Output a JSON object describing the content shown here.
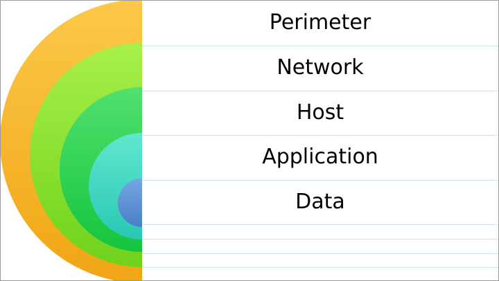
{
  "layers": [
    {
      "label": "Perimeter",
      "color": "#f8b924"
    },
    {
      "label": "Network",
      "color": "#8fe83a"
    },
    {
      "label": "Host",
      "color": "#2fd35c"
    },
    {
      "label": "Application",
      "color": "#46d8c4"
    },
    {
      "label": "Data",
      "color": "#5b8fd4"
    }
  ]
}
